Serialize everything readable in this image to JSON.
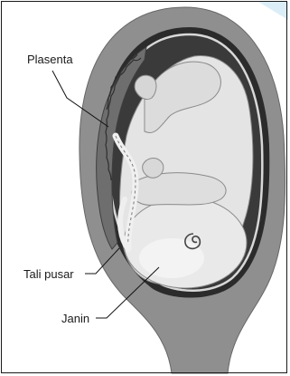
{
  "labels": {
    "placenta": "Plasenta",
    "umbilical_cord": "Tali pusar",
    "fetus": "Janin"
  },
  "colors": {
    "uterus_wall": "#8f8f8f",
    "uterus_wall_dark": "#7a7a7a",
    "cavity": "#2b2b2b",
    "fetus_skin": "#e4e4e4",
    "fetus_shadow": "#c9c9c9",
    "placenta": "#6e6e6e",
    "accent_corner": "#dbeef7",
    "frame": "#1a1a1a"
  }
}
